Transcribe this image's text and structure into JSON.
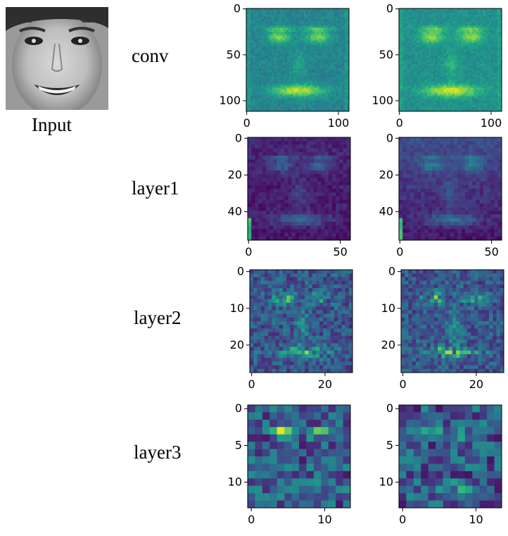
{
  "input": {
    "caption": "Input"
  },
  "rows": [
    {
      "label": "conv",
      "size": 112,
      "xticks": [
        "0",
        "100"
      ],
      "yticks": [
        "0",
        "50",
        "100"
      ],
      "maps": [
        "feature-map-1",
        "feature-map-2"
      ]
    },
    {
      "label": "layer1",
      "size": 56,
      "xticks": [
        "0",
        "50"
      ],
      "yticks": [
        "0",
        "20",
        "40"
      ],
      "maps": [
        "feature-map-1",
        "feature-map-2"
      ]
    },
    {
      "label": "layer2",
      "size": 28,
      "xticks": [
        "0",
        "20"
      ],
      "yticks": [
        "0",
        "10",
        "20"
      ],
      "maps": [
        "feature-map-1",
        "feature-map-2"
      ]
    },
    {
      "label": "layer3",
      "size": 14,
      "xticks": [
        "0",
        "10"
      ],
      "yticks": [
        "0",
        "5",
        "10"
      ],
      "maps": [
        "feature-map-1",
        "feature-map-2"
      ]
    }
  ],
  "colormap": "viridis",
  "colors": {
    "viridis_low": "#440154",
    "viridis_mid": "#21918c",
    "viridis_high": "#fde725"
  }
}
